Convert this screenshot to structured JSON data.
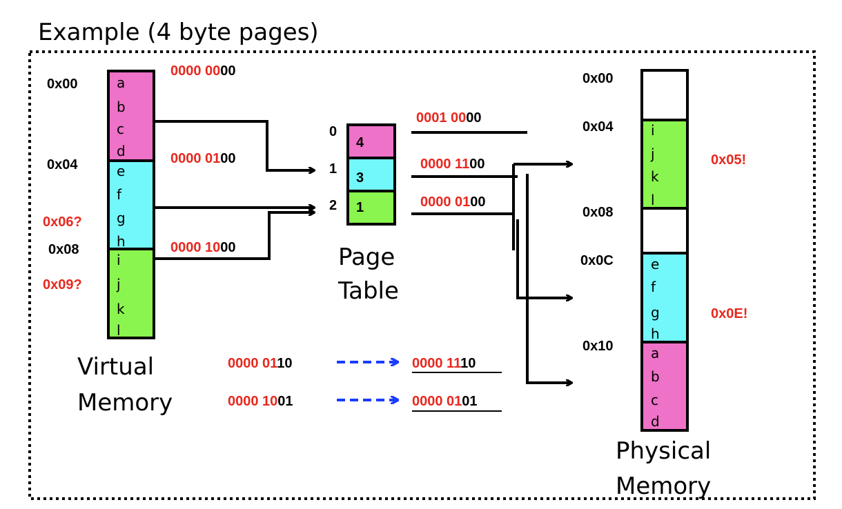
{
  "title": "Example (4 byte pages)",
  "colors": {
    "pink": "#ee72c8",
    "cyan": "#72f8fa",
    "green": "#8af54e",
    "red_text": "#e8281e",
    "blue_arrow": "#1a3cff"
  },
  "virtual_memory": {
    "label_line1": "Virtual",
    "label_line2": "Memory",
    "address_labels": [
      {
        "text": "0x00",
        "style": "black"
      },
      {
        "text": "0x04",
        "style": "black"
      },
      {
        "text": "0x06?",
        "style": "red"
      },
      {
        "text": "0x08",
        "style": "black"
      },
      {
        "text": "0x09?",
        "style": "red"
      }
    ],
    "pages": [
      {
        "color": "pink",
        "cells": [
          "a",
          "b",
          "c",
          "d"
        ],
        "addr_red": "0000 00",
        "addr_black": "00"
      },
      {
        "color": "cyan",
        "cells": [
          "e",
          "f",
          "g",
          "h"
        ],
        "addr_red": "0000 01",
        "addr_black": "00"
      },
      {
        "color": "green",
        "cells": [
          "i",
          "j",
          "k",
          "l"
        ],
        "addr_red": "0000 10",
        "addr_black": "00"
      }
    ]
  },
  "page_table": {
    "label_line1": "Page",
    "label_line2": "Table",
    "entries": [
      {
        "index": "0",
        "value": "4",
        "color": "pink",
        "phys_red": "0001 00",
        "phys_black": "00"
      },
      {
        "index": "1",
        "value": "3",
        "color": "cyan",
        "phys_red": "0000 11",
        "phys_black": "00"
      },
      {
        "index": "2",
        "value": "1",
        "color": "green",
        "phys_red": "0000 01",
        "phys_black": "00"
      }
    ]
  },
  "physical_memory": {
    "label_line1": "Physical",
    "label_line2": "Memory",
    "address_labels": [
      "0x00",
      "0x04",
      "0x08",
      "0x0C",
      "0x10"
    ],
    "frames": [
      {
        "color": "white",
        "cells": []
      },
      {
        "color": "green",
        "cells": [
          "i",
          "j",
          "k",
          "l"
        ]
      },
      {
        "color": "white",
        "cells": []
      },
      {
        "color": "cyan",
        "cells": [
          "e",
          "f",
          "g",
          "h"
        ]
      },
      {
        "color": "pink",
        "cells": [
          "a",
          "b",
          "c",
          "d"
        ]
      }
    ],
    "results": [
      "0x05!",
      "0x0E!"
    ]
  },
  "translations": [
    {
      "from_red": "0000 01",
      "from_black": "10",
      "to_red": "0000 11",
      "to_black": "10"
    },
    {
      "from_red": "0000 10",
      "from_black": "01",
      "to_red": "0000 01",
      "to_black": "01"
    }
  ]
}
